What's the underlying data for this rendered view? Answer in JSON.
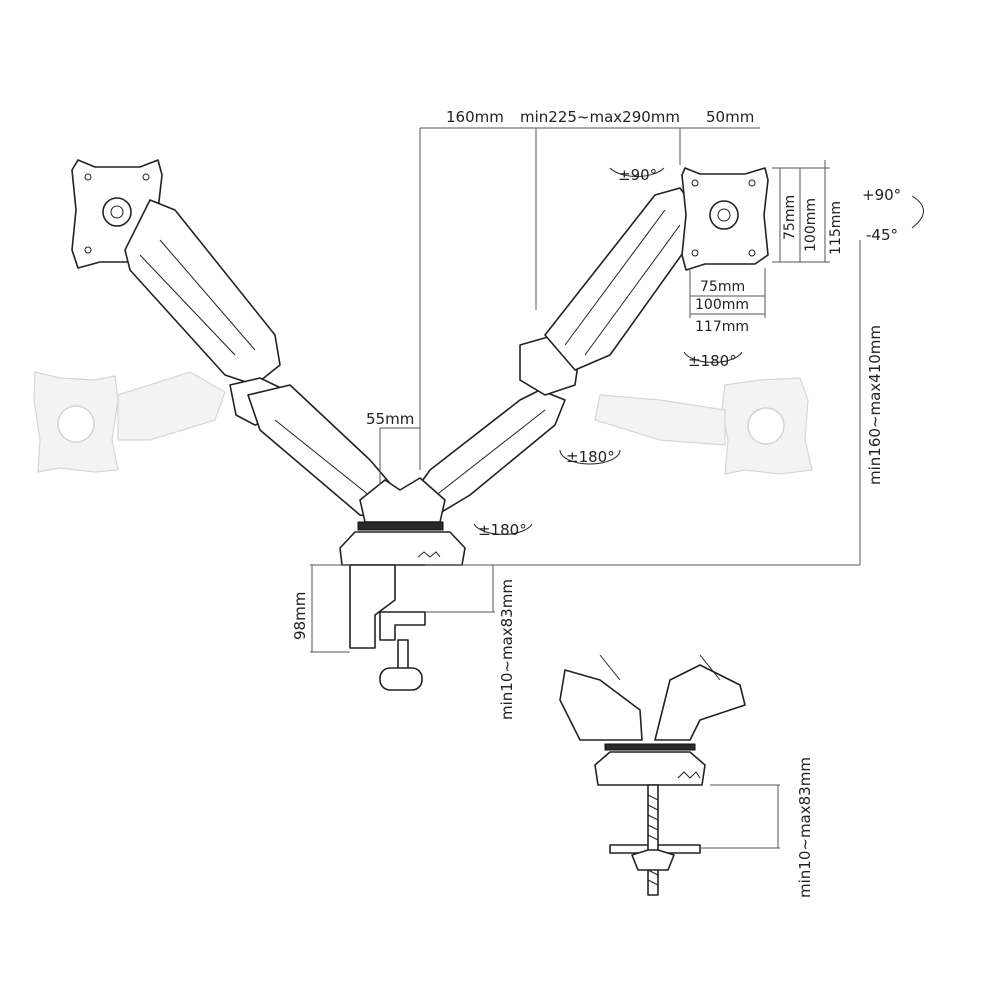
{
  "dimensions": {
    "top_left": "160mm",
    "top_middle": "min225~max290mm",
    "top_right": "50mm",
    "center_pole_width": "55mm",
    "height_range": "min160~max410mm",
    "clamp_height": "98mm",
    "clamp_range": "min10~max83mm",
    "grommet_range": "min10~max83mm",
    "vesa_h_1": "75mm",
    "vesa_h_2": "100mm",
    "vesa_h_3": "117mm",
    "vesa_v_1": "75mm",
    "vesa_v_2": "100mm",
    "vesa_v_3": "115mm"
  },
  "rotations": {
    "swivel_head": "±90°",
    "tilt_up": "+90°",
    "tilt_down": "-45°",
    "head_pivot": "±180°",
    "elbow_pivot": "±180°",
    "base_pivot": "±180°"
  }
}
